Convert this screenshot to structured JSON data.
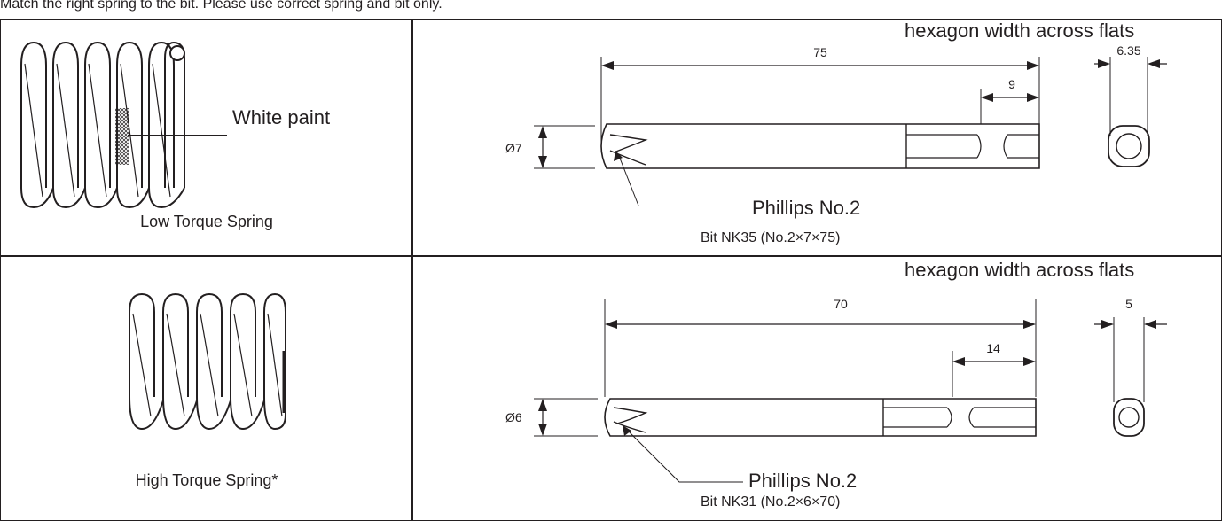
{
  "caption": "Match the right spring to the bit. Please use correct spring and bit only.",
  "rows": [
    {
      "spring_label": "Low Torque Spring",
      "paint_label": "White paint",
      "hex_label": "hexagon width across flats",
      "dim_length": "75",
      "dim_hex_len": "9",
      "dim_diameter": "Ø7",
      "dim_hex_width": "6.35",
      "tip_label": "Phillips No.2",
      "bit_label": "Bit NK35 (No.2×7×75)"
    },
    {
      "spring_label": "High Torque Spring*",
      "hex_label": "hexagon width across flats",
      "dim_length": "70",
      "dim_hex_len": "14",
      "dim_diameter": "Ø6",
      "dim_hex_width": "5",
      "tip_label": "Phillips No.2",
      "bit_label": "Bit NK31 (No.2×6×70)"
    }
  ]
}
